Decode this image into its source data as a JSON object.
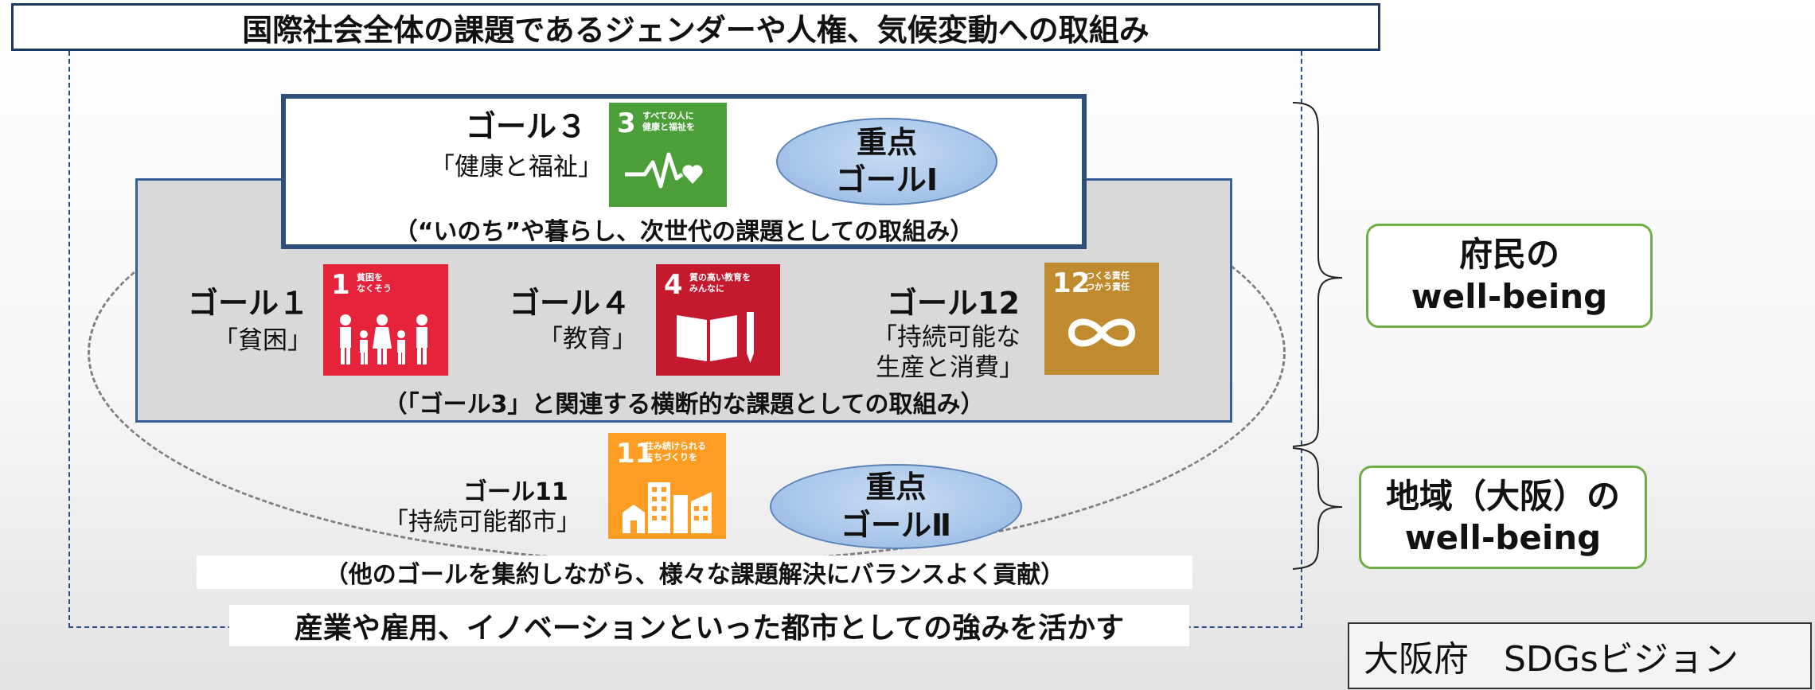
{
  "title": "国際社会全体の課題であるジェンダーや人権、気候変動への取組み",
  "goal3": {
    "heading": "ゴール３",
    "sub": "「健康と福祉」",
    "caption": "（“いのち”や暮らし、次世代の課題としての取組み）",
    "sdg_number": "3",
    "sdg_label": "すべての人に\n健康と福祉を",
    "sdg_color": "#4c9f38"
  },
  "focus1": {
    "line1": "重点",
    "line2": "ゴールⅠ"
  },
  "goal1": {
    "heading": "ゴール１",
    "sub": "「貧困」",
    "sdg_number": "1",
    "sdg_label": "貧困を\nなくそう",
    "sdg_color": "#e5243b"
  },
  "goal4": {
    "heading": "ゴール４",
    "sub": "「教育」",
    "sdg_number": "4",
    "sdg_label": "質の高い教育を\nみんなに",
    "sdg_color": "#c5192d"
  },
  "goal12": {
    "heading": "ゴール12",
    "sub1": "「持続可能な",
    "sub2": "生産と消費」",
    "sdg_number": "12",
    "sdg_label": "つくる責任\nつかう責任",
    "sdg_color": "#bf8b2e"
  },
  "cross_caption": "（「ゴール3」と関連する横断的な課題としての取組み）",
  "goal11": {
    "heading": "ゴール11",
    "sub": "「持続可能都市」",
    "sdg_number": "11",
    "sdg_label": "住み続けられる\nまちづくりを",
    "sdg_color": "#fd9d24"
  },
  "focus2": {
    "line1": "重点",
    "line2": "ゴールⅡ"
  },
  "goal11_caption": "（他のゴールを集約しながら、様々な課題解決にバランスよく貢献）",
  "bottom_caption": "産業や雇用、イノベーションといった都市としての強みを活かす",
  "wellbeing_citizens": {
    "line1": "府民の",
    "line2": "well-being"
  },
  "wellbeing_region": {
    "line1": "地域（大阪）の",
    "line2": "well-being"
  },
  "vision_label": "大阪府　SDGsビジョン"
}
